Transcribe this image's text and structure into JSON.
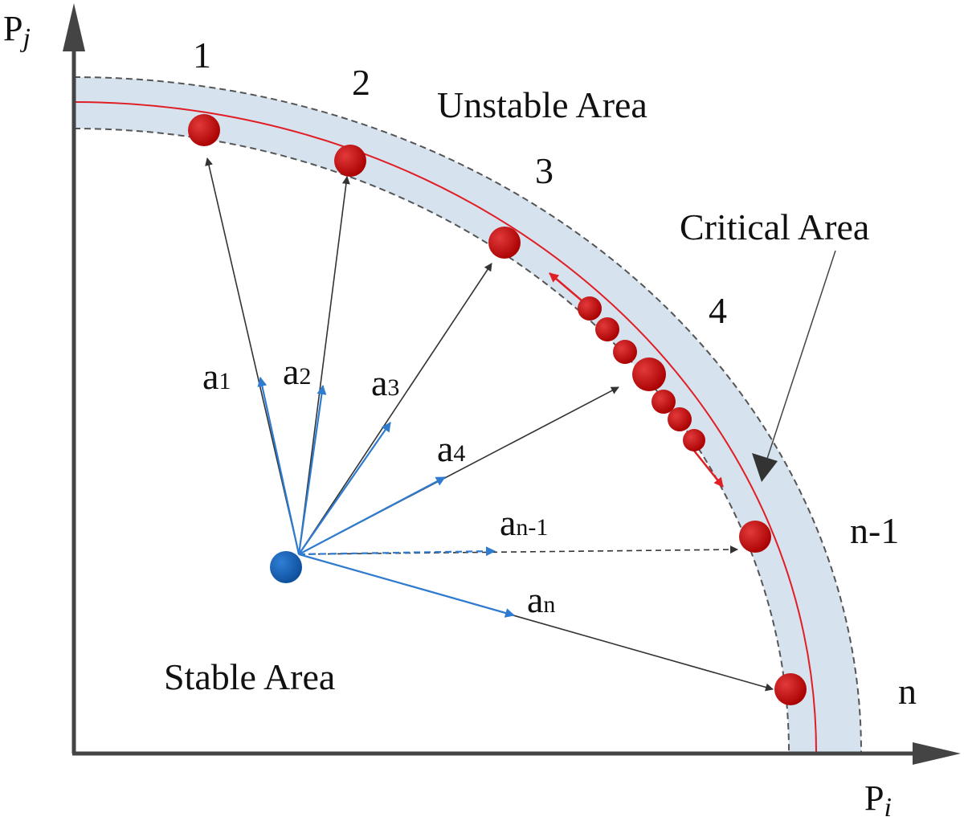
{
  "axes": {
    "y_label": "P",
    "y_label_sub": "j",
    "x_label": "P",
    "x_label_sub": "i"
  },
  "regions": {
    "unstable": "Unstable Area",
    "critical": "Critical Area",
    "stable": "Stable Area"
  },
  "points": [
    {
      "label": "1"
    },
    {
      "label": "2"
    },
    {
      "label": "3"
    },
    {
      "label": "4"
    },
    {
      "label": "n-1"
    },
    {
      "label": "n"
    }
  ],
  "vectors": [
    {
      "base": "a",
      "sub": "1"
    },
    {
      "base": "a",
      "sub": "2"
    },
    {
      "base": "a",
      "sub": "3"
    },
    {
      "base": "a",
      "sub": "4"
    },
    {
      "base": "a",
      "sub": "n-1"
    },
    {
      "base": "a",
      "sub": "n"
    }
  ],
  "colors": {
    "band_fill": "#d6e3ef",
    "boundary": "#e01e24",
    "point": "#c00000",
    "origin": "#1560b8",
    "direction_arrow": "#2e7bcf",
    "extension_arrow": "#333333",
    "axis": "#444444"
  }
}
